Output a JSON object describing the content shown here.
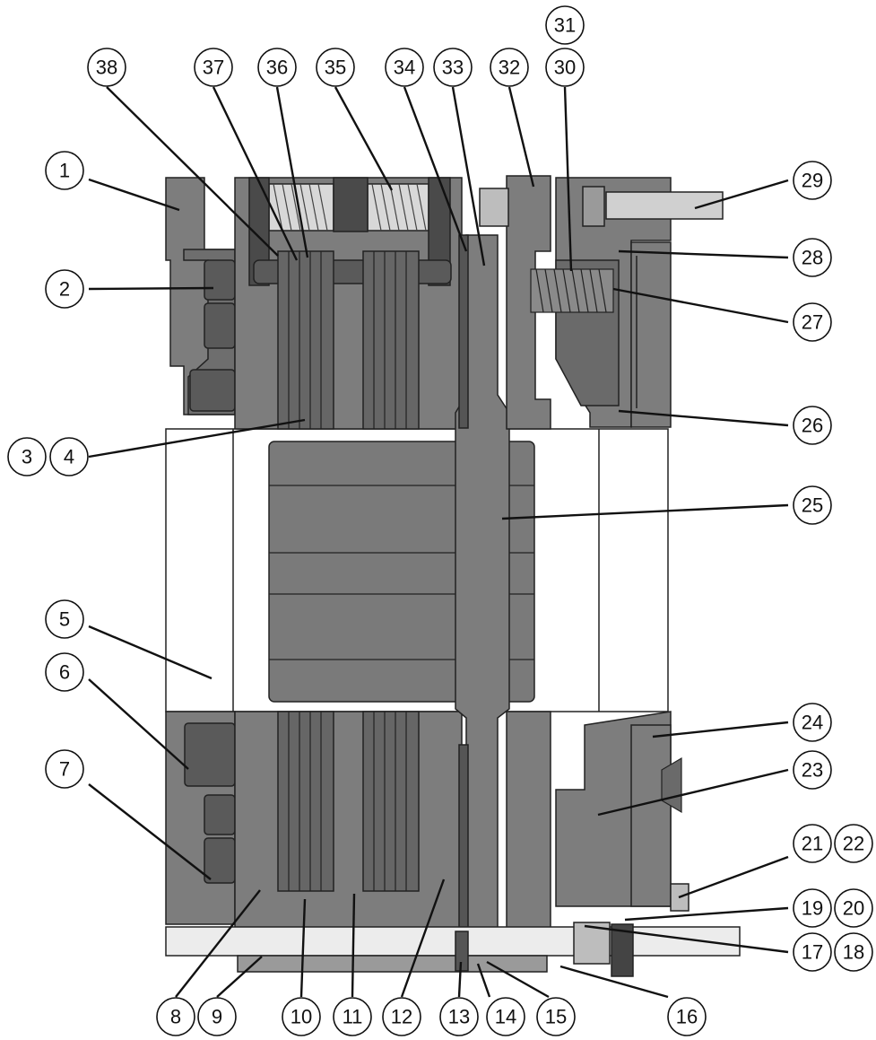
{
  "diagram": {
    "colors": {
      "background": "#ffffff",
      "part_fill": "#7d7d7d",
      "part_dark": "#5a5a5a",
      "part_light": "#bdbdbd",
      "outline": "#222222",
      "callout_fill": "#ffffff"
    },
    "callouts": [
      "1",
      "2",
      "3",
      "4",
      "5",
      "6",
      "7",
      "8",
      "9",
      "10",
      "11",
      "12",
      "13",
      "14",
      "15",
      "16",
      "17",
      "18",
      "19",
      "20",
      "21",
      "22",
      "23",
      "24",
      "25",
      "26",
      "27",
      "28",
      "29",
      "30",
      "31",
      "32",
      "33",
      "34",
      "35",
      "36",
      "37",
      "38"
    ]
  }
}
